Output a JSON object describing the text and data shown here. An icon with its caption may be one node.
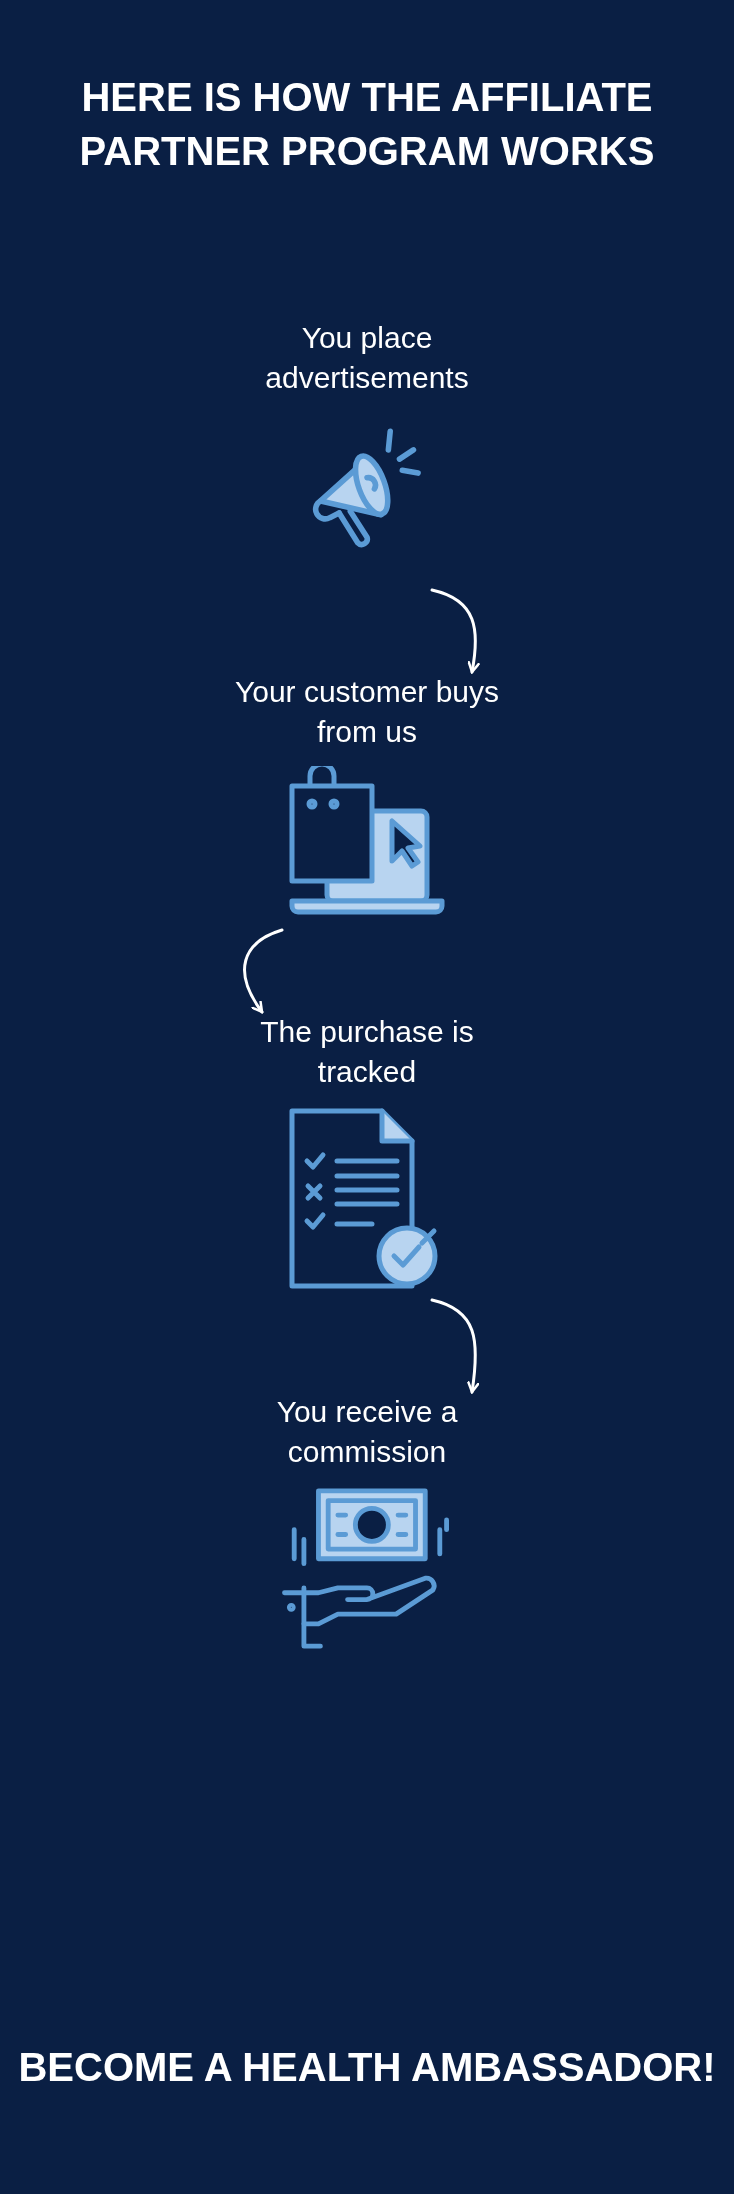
{
  "diagram": {
    "title": "HERE IS HOW THE AFFILIATE PARTNER PROGRAM WORKS",
    "nodes": [
      {
        "text": [
          "You place advertisements"
        ]
      },
      {
        "text": [
          "Your customer buys from us"
        ]
      },
      {
        "text": [
          "The purchase is tracked"
        ]
      },
      {
        "text": [
          "You receive a commission"
        ]
      }
    ],
    "edges": [
      {
        "from": 0,
        "to": 1,
        "arrow": "to"
      },
      {
        "from": 1,
        "to": 2,
        "arrow": "to"
      },
      {
        "from": 2,
        "to": 3,
        "arrow": "to"
      }
    ],
    "caption": "BECOME A HEALTH AMBASSADOR!"
  }
}
